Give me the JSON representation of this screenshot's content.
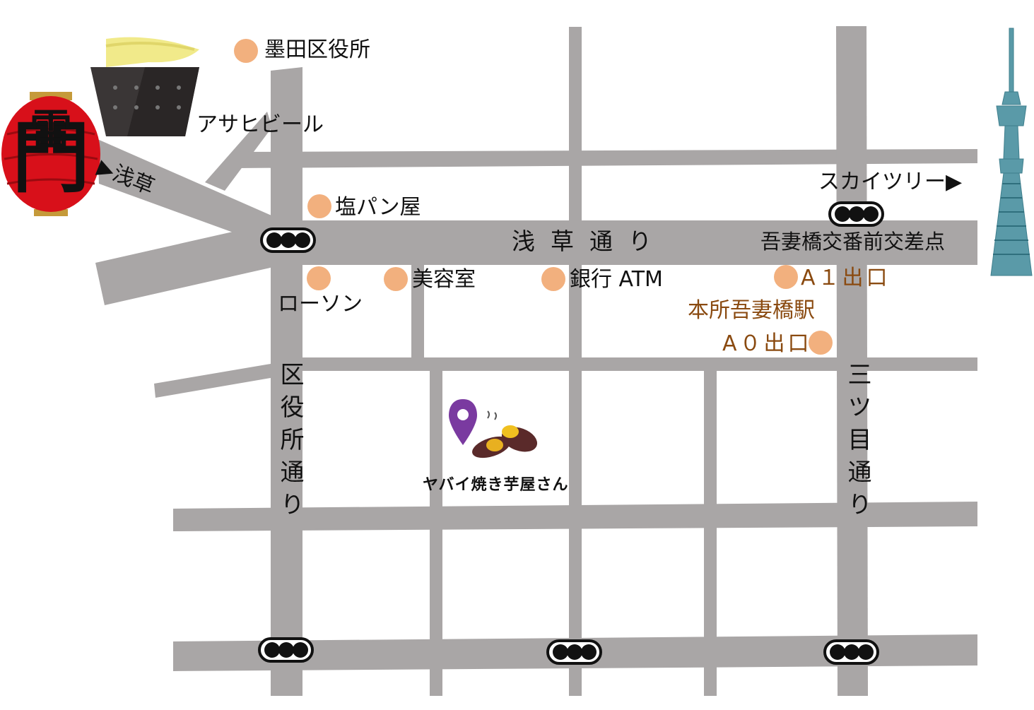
{
  "roads": {
    "asakusa_dori": "浅草通り",
    "kuyakusho_dori": "区役所通り",
    "mitsume_dori": "三ツ目通り"
  },
  "labels": {
    "sumida_ward_office": "墨田区役所",
    "asahi_beer": "アサヒビール",
    "asakusa_arrow": "▶浅草",
    "shio_pan": "塩パン屋",
    "skytree_arrow": "スカイツリー▶",
    "intersection": "吾妻橋交番前交差点",
    "lawson": "ローソン",
    "beauty_salon": "美容室",
    "bank_atm": "銀行 ATM",
    "exit_a1": "A１出口",
    "station": "本所吾妻橋駅",
    "exit_a0": "A０出口",
    "shop_name": "ヤバイ焼き芋屋さん",
    "lantern_char": "雷門"
  },
  "colors": {
    "road": "#a9a6a6",
    "poi_dot": "#f2b07e",
    "pin": "#7a3aa0",
    "station_text": "#8a4a10",
    "lantern": "#d8101a",
    "skytree": "#5a9aa8"
  },
  "icons": [
    "kaminarimon-lantern-icon",
    "asahi-beer-hall-icon",
    "tokyo-skytree-icon",
    "traffic-light-icon",
    "location-pin-icon",
    "sweet-potato-icon"
  ]
}
